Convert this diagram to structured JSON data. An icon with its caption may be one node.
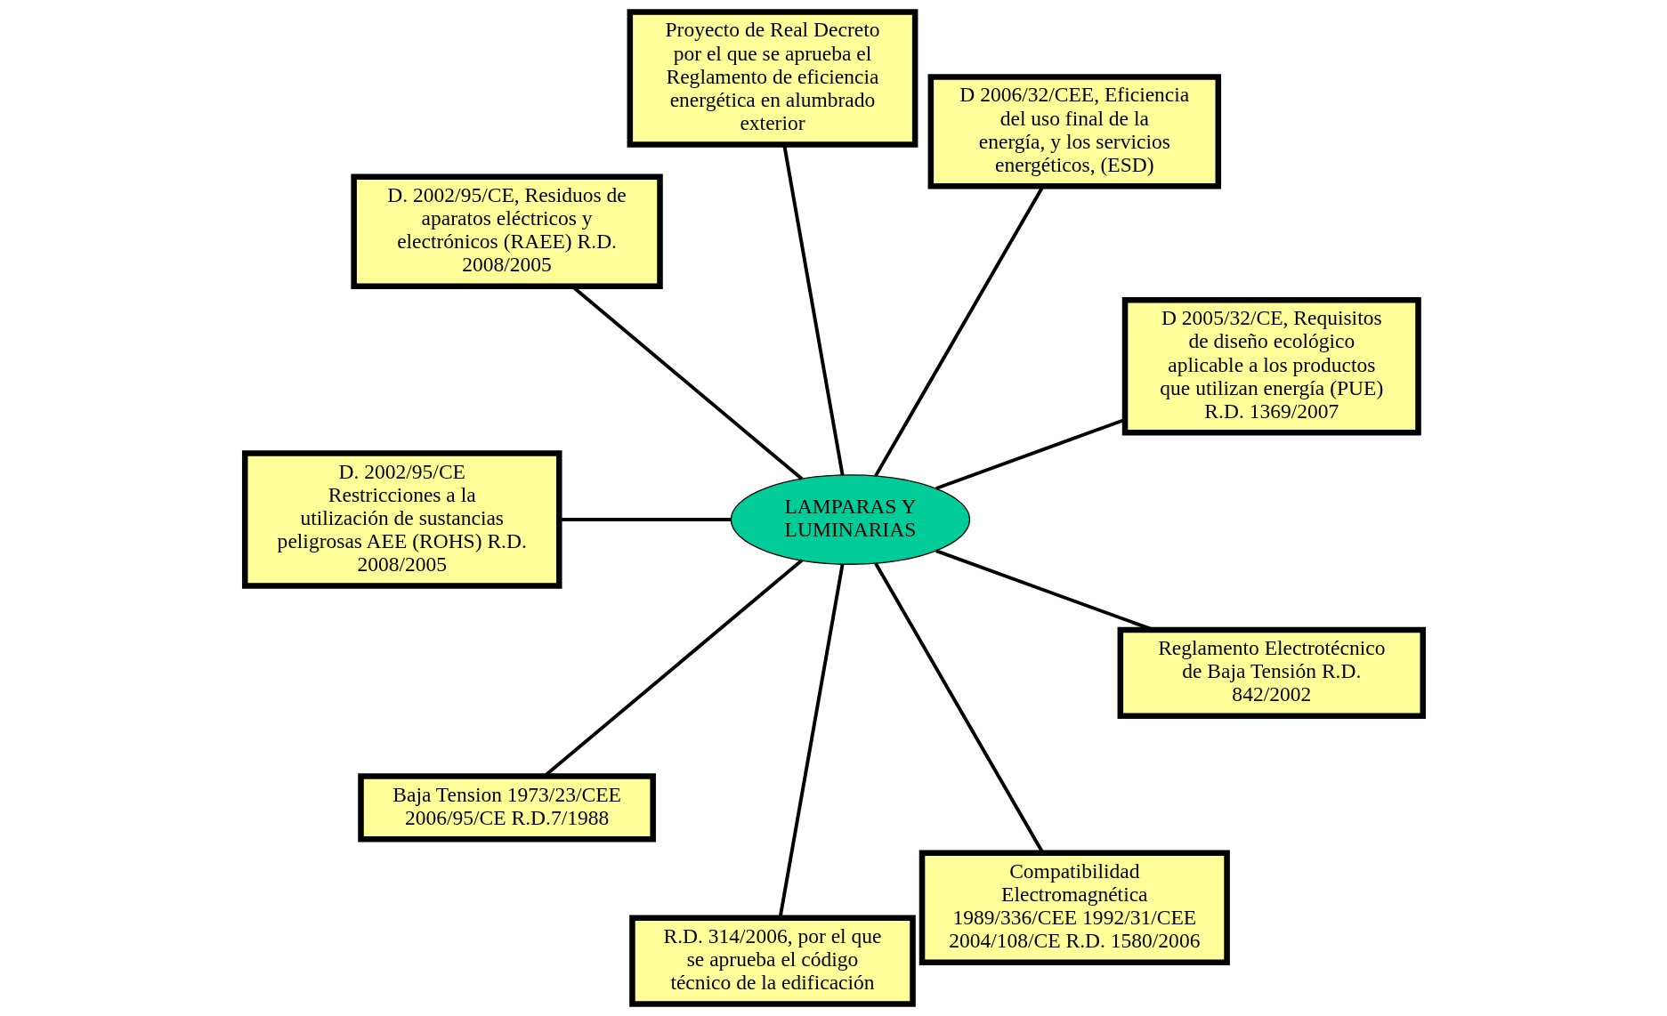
{
  "diagram": {
    "nodes": [
      {
        "text": [
          "D 2005/32/CE, Requisitos de diseño ecológico aplicable a los productos que utilizan energía (PUE) R.D. 1369/2007"
        ]
      },
      {
        "text": [
          "D 2006/32/CEE, Eficiencia del uso final de la energía, y los servicios energéticos, (ESD)"
        ]
      },
      {
        "text": [
          "Proyecto de Real Decreto por el que se aprueba el Reglamento de eficiencia energética en alumbrado exterior"
        ]
      },
      {
        "text": [
          "D. 2002/95/CE, Residuos de aparatos eléctricos y electrónicos (RAEE) R.D. 2008/2005"
        ]
      },
      {
        "text": [
          "LAMPARAS Y LUMINARIAS"
        ]
      },
      {
        "text": [
          "D. 2002/95/CE Restricciones a la utilización de sustancias peligrosas AEE (ROHS) R.D. 2008/2005"
        ]
      },
      {
        "text": [
          "Baja Tension 1973/23/CEE 2006/95/CE R.D.7/1988"
        ]
      },
      {
        "text": [
          "R.D. 314/2006, por el que se aprueba el código técnico de la edificación"
        ]
      },
      {
        "text": [
          "Compatibilidad Electromagnética 1989/336/CEE 1992/31/CEE 2004/108/CE R.D. 1580/2006"
        ]
      },
      {
        "text": [
          "Reglamento Electrotécnico de Baja Tensión R.D. 842/2002"
        ]
      }
    ],
    "edges": [
      {
        "from": 4,
        "to": 0,
        "arrow": "none"
      },
      {
        "from": 4,
        "to": 1,
        "arrow": "none"
      },
      {
        "from": 4,
        "to": 2,
        "arrow": "none"
      },
      {
        "from": 4,
        "to": 3,
        "arrow": "none"
      },
      {
        "from": 4,
        "to": 5,
        "arrow": "none"
      },
      {
        "from": 4,
        "to": 6,
        "arrow": "none"
      },
      {
        "from": 4,
        "to": 7,
        "arrow": "none"
      },
      {
        "from": 4,
        "to": 8,
        "arrow": "none"
      },
      {
        "from": 4,
        "to": 9,
        "arrow": "none"
      }
    ]
  }
}
